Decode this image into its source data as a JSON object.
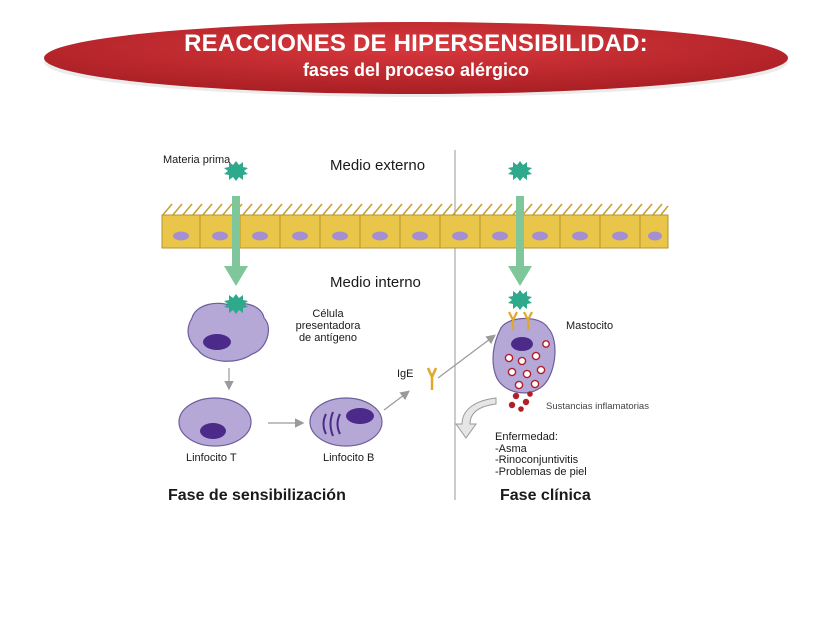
{
  "header": {
    "title": "REACCIONES DE HIPERSENSIBILIDAD:",
    "subtitle": "fases del proceso alérgico"
  },
  "diagram": {
    "labels": {
      "materia_prima": "Materia prima",
      "medio_externo": "Medio externo",
      "medio_interno": "Medio interno",
      "celula_presentadora": [
        "Célula",
        "presentadora",
        "de antígeno"
      ],
      "mastocito": "Mastocito",
      "ige": "IgE",
      "sustancias": "Sustancias inflamatorias",
      "linfocito_t": "Linfocito T",
      "linfocito_b": "Linfocito B",
      "enfermedad": [
        "Enfermedad:",
        "-Asma",
        "-Rinoconjuntivitis",
        "-Problemas de piel"
      ],
      "fase_sensibilizacion": "Fase de sensibilización",
      "fase_clinica": "Fase clínica"
    },
    "colors": {
      "banner_red": "#c0272d",
      "epithelium": "#e9c64a",
      "cell_fill": "#b5a8d6",
      "nucleus": "#4b2a8a",
      "allergen": "#2fa98b",
      "arrow_green": "#7fc79a",
      "ige": "#e0a72a",
      "granule": "#b01e2a"
    },
    "icons": [
      "allergen-icon",
      "ige-antibody-icon",
      "curved-arrow-icon"
    ]
  }
}
